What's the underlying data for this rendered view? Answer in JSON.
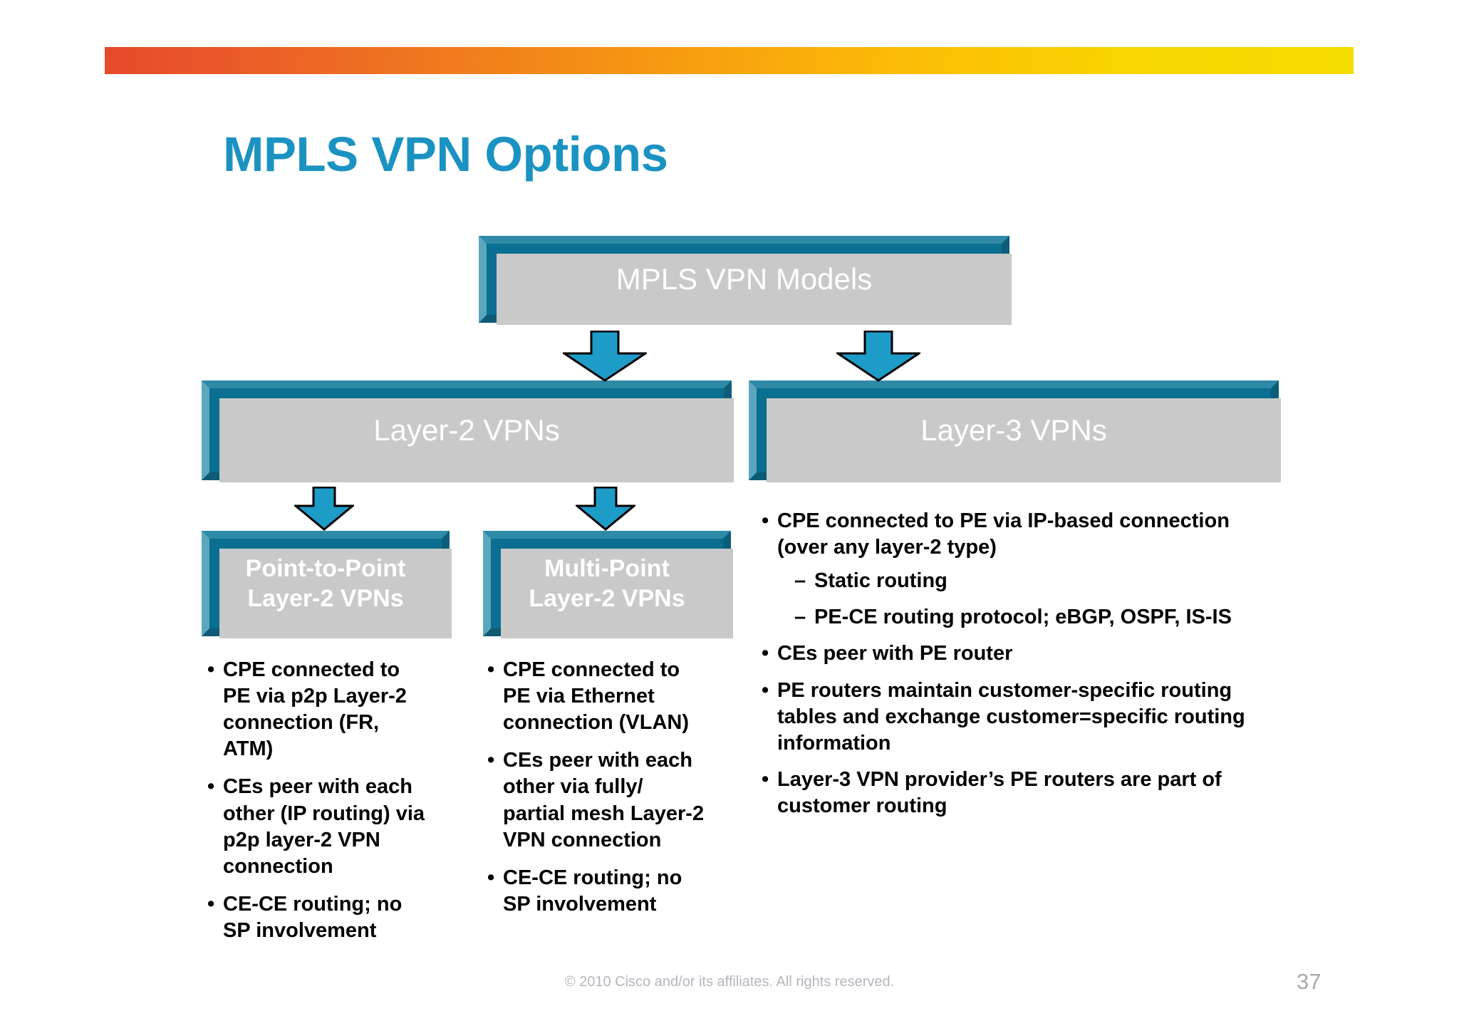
{
  "slide": {
    "title": "MPLS VPN Options",
    "title_color": "#1b93c2",
    "background": "#ffffff"
  },
  "decor": {
    "gradient_bar": {
      "name": "gradient-bar",
      "from": "#e54a2b",
      "mid": "#f79c10",
      "to": "#f5dc00"
    }
  },
  "diagram": {
    "root_box": {
      "label": "MPLS VPN Models"
    },
    "branch_boxes": [
      {
        "label": "Layer-2 VPNs"
      },
      {
        "label": "Layer-3 VPNs"
      }
    ],
    "leaf_boxes": [
      {
        "line1": "Point-to-Point",
        "line2": "Layer-2 VPNs"
      },
      {
        "line1": "Multi-Point",
        "line2": "Layer-2 VPNs"
      }
    ],
    "box_fill": "#0a6f90",
    "arrow_fill": "#1d9cc8",
    "arrow_stroke": "#000000",
    "shadow_color": "#c9c9c9",
    "bullet_marker": "•",
    "dash_marker": "–"
  },
  "columns": {
    "point_to_point_bullets": [
      "CPE connected to PE via p2p Layer-2 connection (FR, ATM)",
      "CEs peer with each other (IP routing) via p2p layer-2 VPN connection",
      "CE-CE routing; no SP involvement"
    ],
    "multi_point_bullets": [
      "CPE connected to PE via Ethernet connection (VLAN)",
      "CEs peer with each other via fully/ partial mesh Layer-2 VPN connection",
      "CE-CE routing; no SP involvement"
    ],
    "layer3_bullets": [
      {
        "text": "CPE connected to PE via IP-based connection (over any layer-2 type)",
        "sub": [
          "Static routing",
          "PE-CE routing protocol; eBGP, OSPF, IS-IS"
        ]
      },
      {
        "text": "CEs peer with PE router",
        "sub": []
      },
      {
        "text": "PE routers maintain customer-specific routing tables and exchange customer=specific routing information",
        "sub": []
      },
      {
        "text": "Layer-3 VPN provider’s PE routers are part of customer routing",
        "sub": []
      }
    ]
  },
  "footer": {
    "copyright": "© 2010 Cisco and/or its affiliates. All rights reserved.",
    "page_number": "37"
  }
}
